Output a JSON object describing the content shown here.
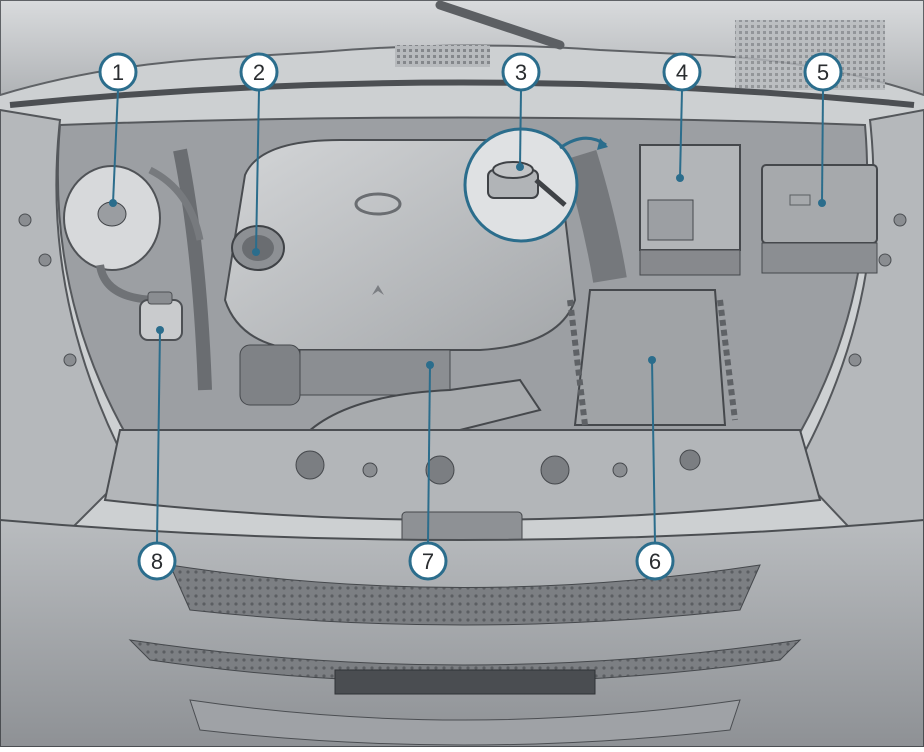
{
  "colors": {
    "background": "#cfd1d3",
    "body_light": "#c8cacc",
    "body_mid": "#a9acaf",
    "body_dark": "#6d7074",
    "outline": "#3f4246",
    "callout_fill": "#ffffff",
    "callout_ring": "#2b6d8c",
    "callout_text": "#2a2d30",
    "leader_line": "#2b6d8c"
  },
  "callouts": [
    {
      "number": "1",
      "component": "coolant-reservoir"
    },
    {
      "number": "2",
      "component": "engine-oil-filler-cap"
    },
    {
      "number": "3",
      "component": "washer-fluid-cap-inset"
    },
    {
      "number": "4",
      "component": "battery"
    },
    {
      "number": "5",
      "component": "fuse-box"
    },
    {
      "number": "6",
      "component": "air-filter-housing"
    },
    {
      "number": "7",
      "component": "engine-oil-dipstick"
    },
    {
      "number": "8",
      "component": "brake-fluid-reservoir"
    }
  ]
}
